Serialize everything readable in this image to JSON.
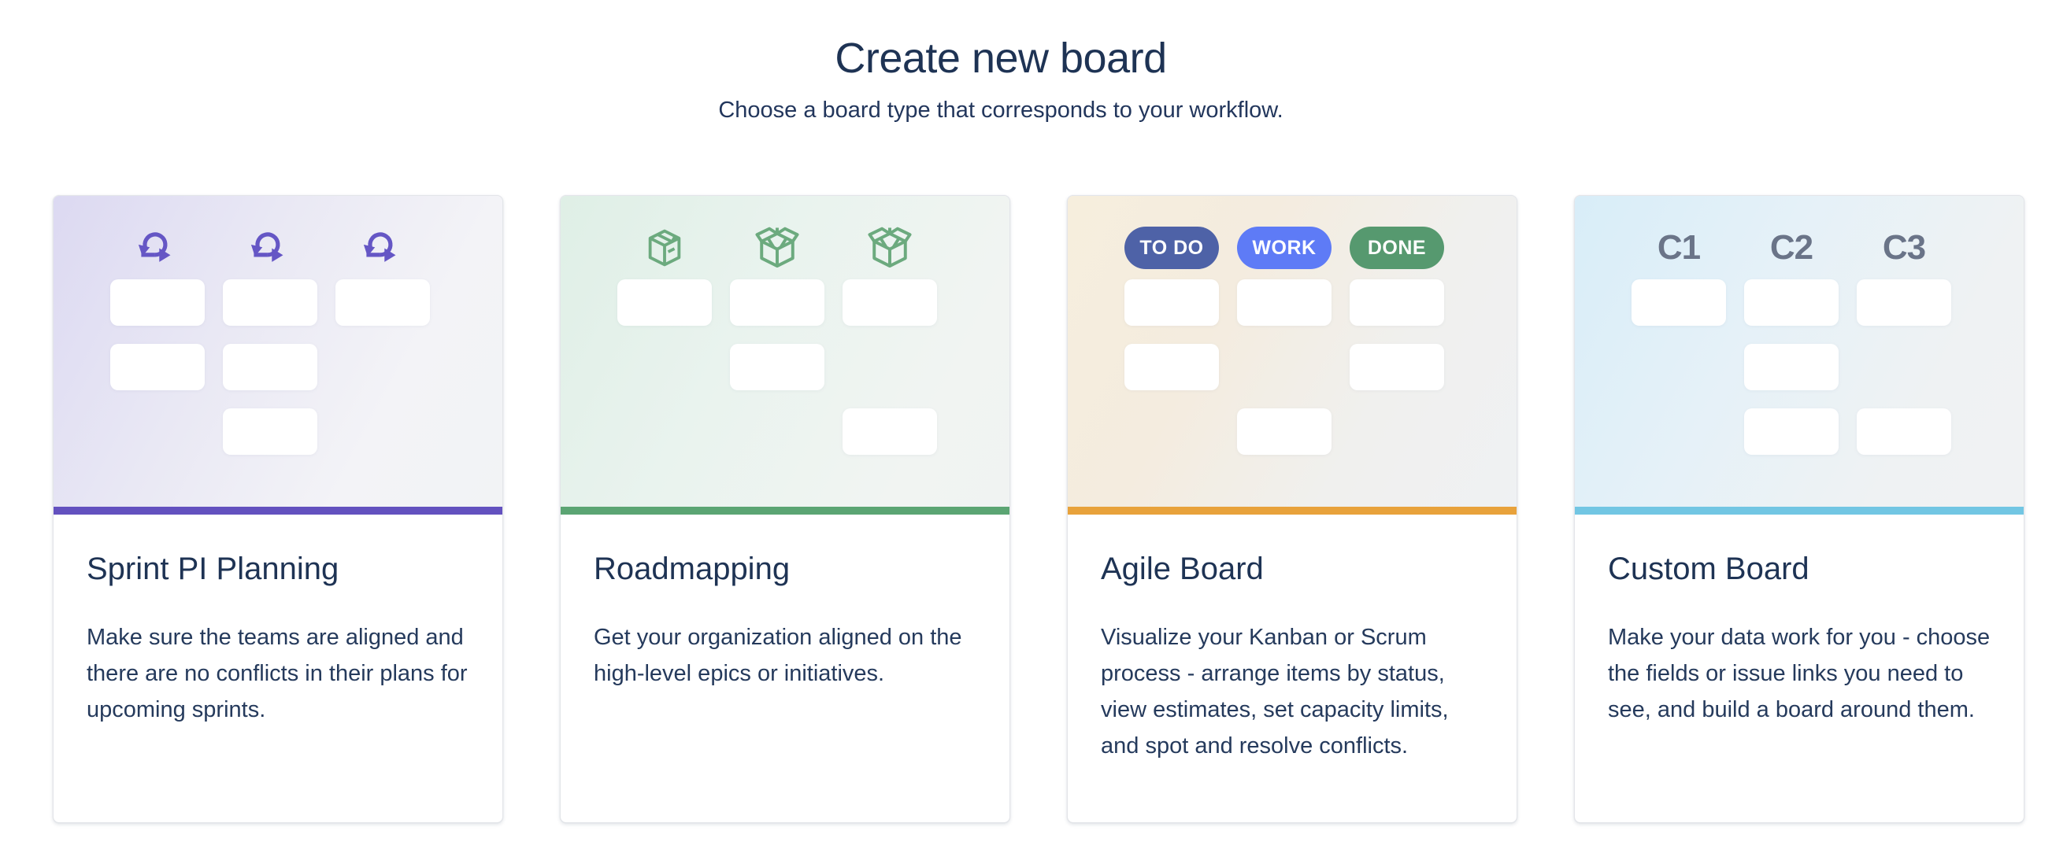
{
  "page": {
    "title": "Create new board",
    "subtitle": "Choose a board type that corresponds to your workflow."
  },
  "cards": [
    {
      "id": "sprint-pi-planning",
      "title": "Sprint PI Planning",
      "description": "Make sure the teams are aligned and there are no conflicts in their plans for upcoming sprints.",
      "theme": "purple",
      "accent_color": "#6351bf",
      "icon_color": "#6556c5",
      "preview": {
        "header_type": "icons",
        "icons": [
          "sprint-icon",
          "sprint-icon",
          "sprint-icon"
        ],
        "grid": [
          [
            1,
            1,
            1
          ],
          [
            1,
            1,
            0
          ],
          [
            0,
            1,
            0
          ]
        ]
      }
    },
    {
      "id": "roadmapping",
      "title": "Roadmapping",
      "description": "Get your organization aligned on the high-level epics or initiatives.",
      "theme": "green",
      "accent_color": "#5ba573",
      "icon_color": "#6caa7e",
      "preview": {
        "header_type": "icons",
        "icons": [
          "box-closed-icon",
          "box-open-icon",
          "box-open-icon"
        ],
        "grid": [
          [
            1,
            1,
            1
          ],
          [
            0,
            1,
            0
          ],
          [
            0,
            0,
            1
          ]
        ]
      }
    },
    {
      "id": "agile-board",
      "title": "Agile Board",
      "description": "Visualize your Kanban or Scrum process - arrange items by status, view estimates, set capacity limits, and spot and resolve conflicts.",
      "theme": "tan",
      "accent_color": "#e8a23b",
      "preview": {
        "header_type": "pills",
        "pills": [
          {
            "label": "TO DO",
            "color": "#4e62a7"
          },
          {
            "label": "WORK",
            "color": "#5e7bf6"
          },
          {
            "label": "DONE",
            "color": "#56996f"
          }
        ],
        "grid": [
          [
            1,
            1,
            1
          ],
          [
            1,
            0,
            1
          ],
          [
            0,
            1,
            0
          ]
        ]
      }
    },
    {
      "id": "custom-board",
      "title": "Custom Board",
      "description": "Make your data work for you - choose the fields or issue links you need to see, and build a board around them.",
      "theme": "blue",
      "accent_color": "#72c6e3",
      "preview": {
        "header_type": "labels",
        "labels": [
          "C1",
          "C2",
          "C3"
        ],
        "label_color": "#6a7488",
        "grid": [
          [
            1,
            1,
            1
          ],
          [
            0,
            1,
            0
          ],
          [
            0,
            1,
            1
          ]
        ]
      }
    }
  ]
}
